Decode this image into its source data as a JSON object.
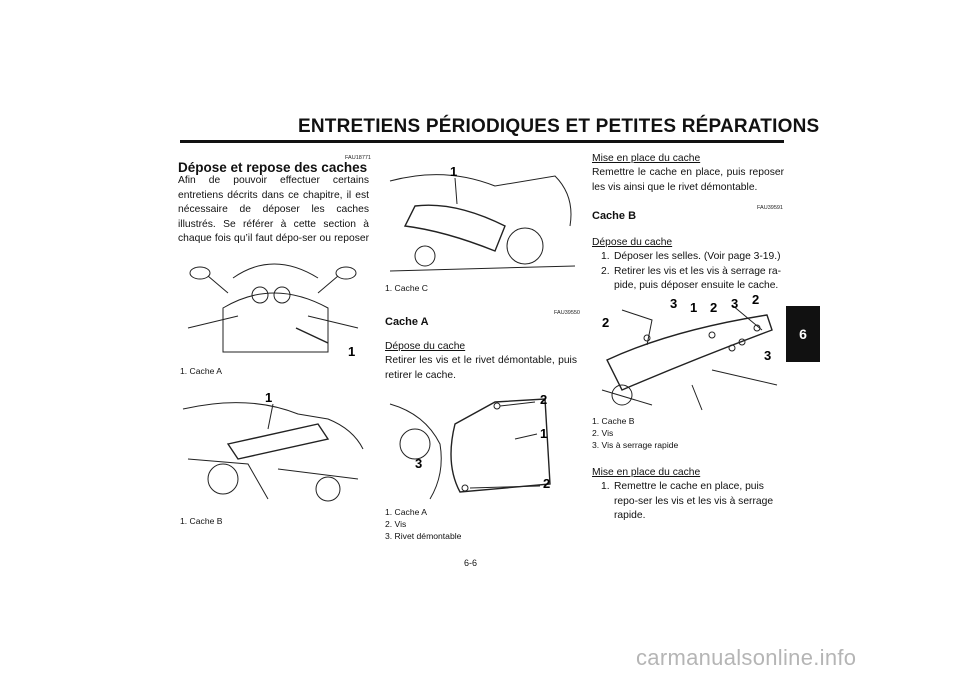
{
  "header": {
    "title": "ENTRETIENS PÉRIODIQUES ET PETITES RÉPARATIONS"
  },
  "col1": {
    "code": "FAU18771",
    "heading": "Dépose et repose des caches",
    "intro": "Afin de pouvoir effectuer certains entretiens décrits dans ce chapitre, il est nécessaire de déposer les caches illustrés. Se référer à cette section à chaque fois qu’il faut dépo-ser ou reposer un cache.",
    "fig1": {
      "callouts": [
        "1"
      ],
      "caption": "1. Cache A"
    },
    "fig2": {
      "callouts": [
        "1"
      ],
      "caption": "1. Cache B"
    }
  },
  "col2": {
    "fig3": {
      "callouts": [
        "1"
      ],
      "caption": "1. Cache C"
    },
    "code": "FAU39550",
    "heading": "Cache A",
    "sub1": "Dépose du cache",
    "text1": "Retirer les vis et le rivet démontable, puis retirer le cache.",
    "fig4": {
      "callouts": [
        "2",
        "1",
        "3",
        "2"
      ],
      "captions": [
        "1. Cache A",
        "2. Vis",
        "3. Rivet démontable"
      ]
    }
  },
  "col3": {
    "sub1": "Mise en place du cache",
    "text1": "Remettre le cache en place, puis reposer les vis ainsi que le rivet démontable.",
    "code": "FAU39591",
    "heading": "Cache B",
    "sub2": "Dépose du cache",
    "steps": [
      {
        "n": "1.",
        "text": "Déposer les selles. (Voir page 3-19.)"
      },
      {
        "n": "2.",
        "text": "Retirer les vis et les vis à serrage ra-pide, puis déposer ensuite le cache."
      }
    ],
    "fig5": {
      "callouts": [
        "2",
        "3",
        "1",
        "2",
        "3",
        "2",
        "3"
      ],
      "captions": [
        "1. Cache B",
        "2. Vis",
        "3. Vis à serrage rapide"
      ]
    },
    "sub3": "Mise en place du cache",
    "steps2": [
      {
        "n": "1.",
        "text": "Remettre le cache en place, puis repo-ser les vis et les vis à serrage rapide."
      }
    ]
  },
  "tab": "6",
  "page_number": "6-6",
  "footer": "carmanualsonline.info"
}
